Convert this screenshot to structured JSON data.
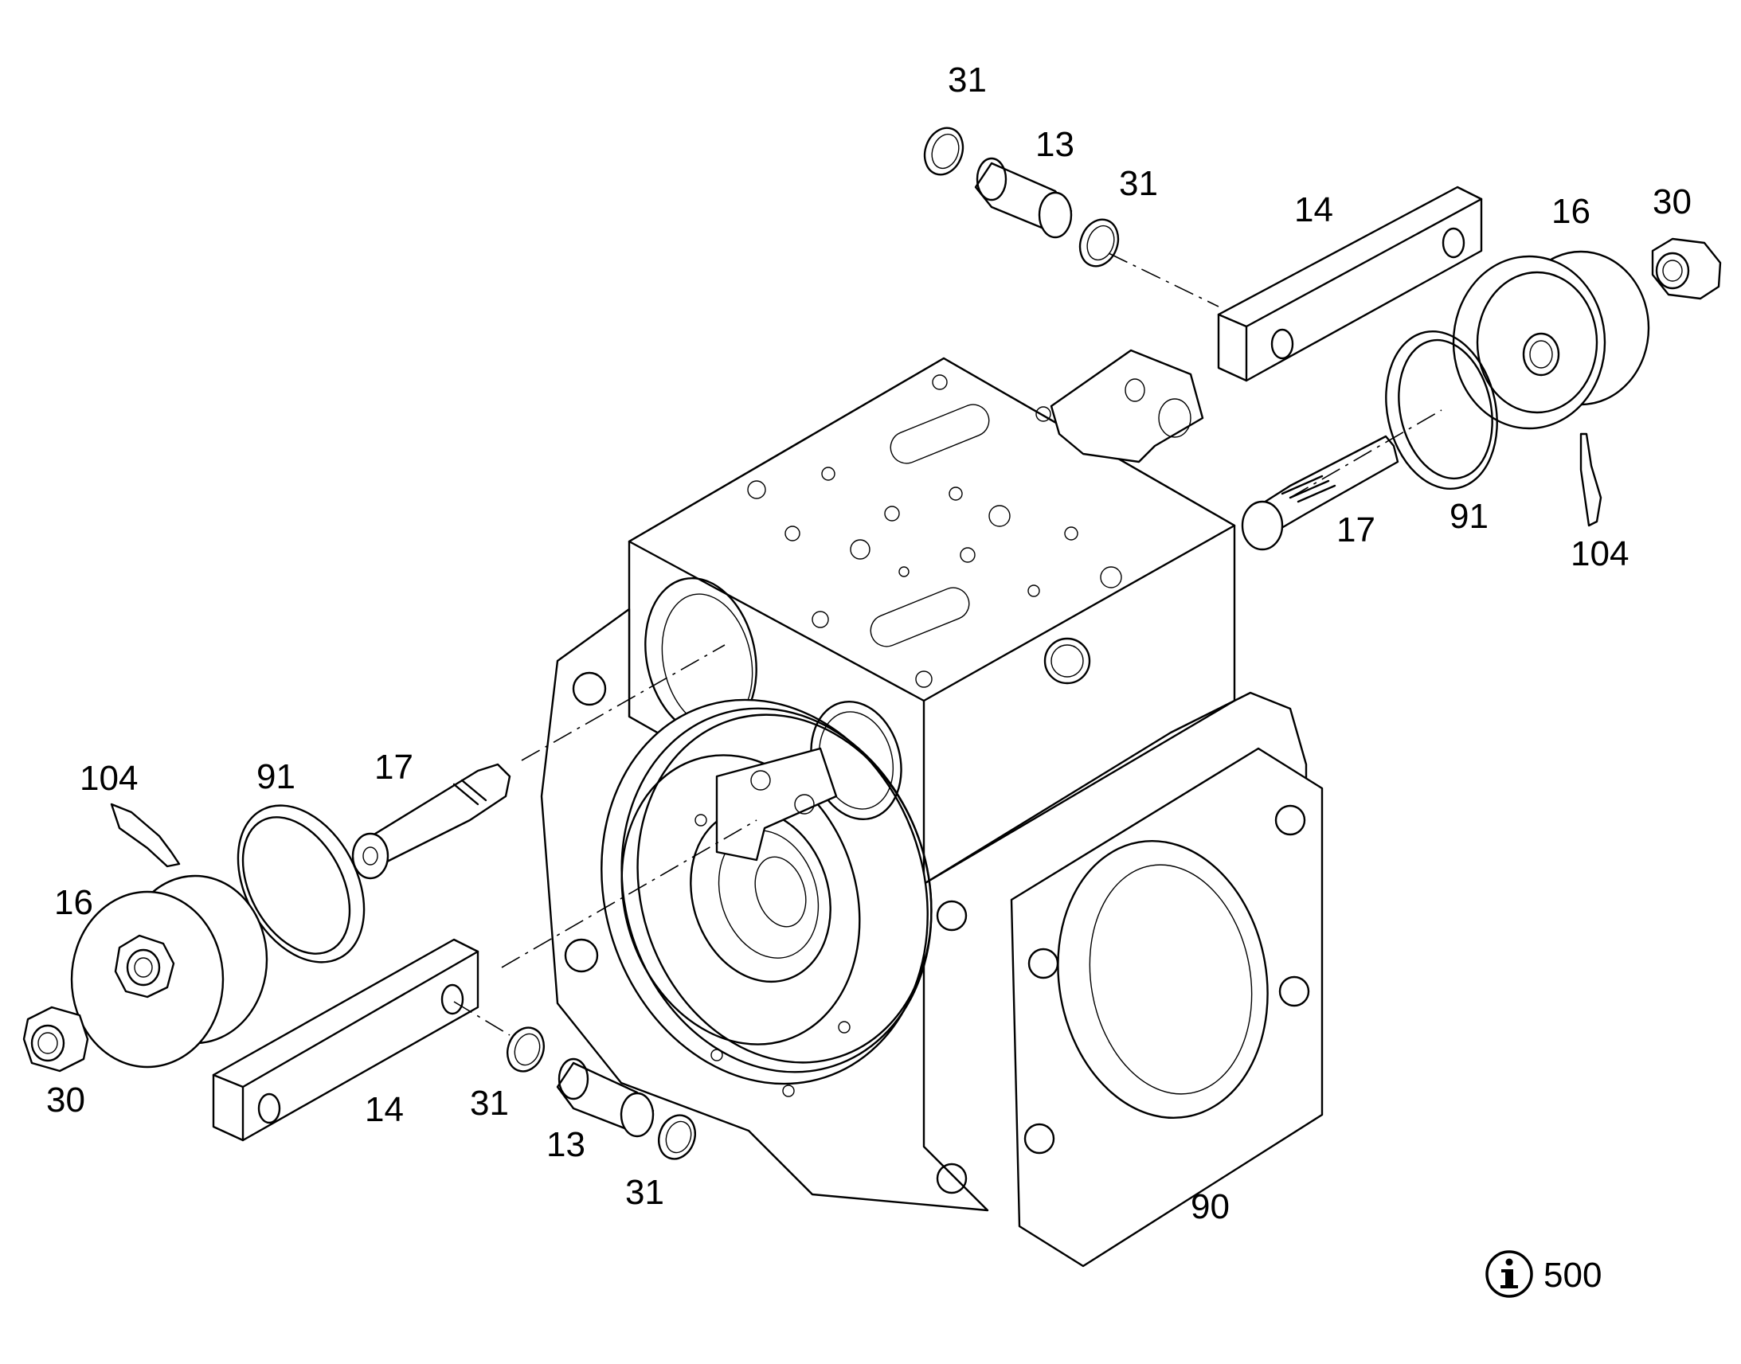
{
  "labels": {
    "p31_top_a": "31",
    "p13_top": "13",
    "p31_top_b": "31",
    "p14_top": "14",
    "p16_right": "16",
    "p30_right": "30",
    "p17_right": "17",
    "p91_right": "91",
    "p104_right": "104",
    "p104_left": "104",
    "p91_left": "91",
    "p17_left": "17",
    "p16_left": "16",
    "p30_left": "30",
    "p14_bottom": "14",
    "p31_bottom_a": "31",
    "p13_bottom": "13",
    "p31_bottom_b": "31",
    "p90_housing": "90",
    "info_ref": "500"
  },
  "icons": {
    "info": "info-circle-icon"
  }
}
